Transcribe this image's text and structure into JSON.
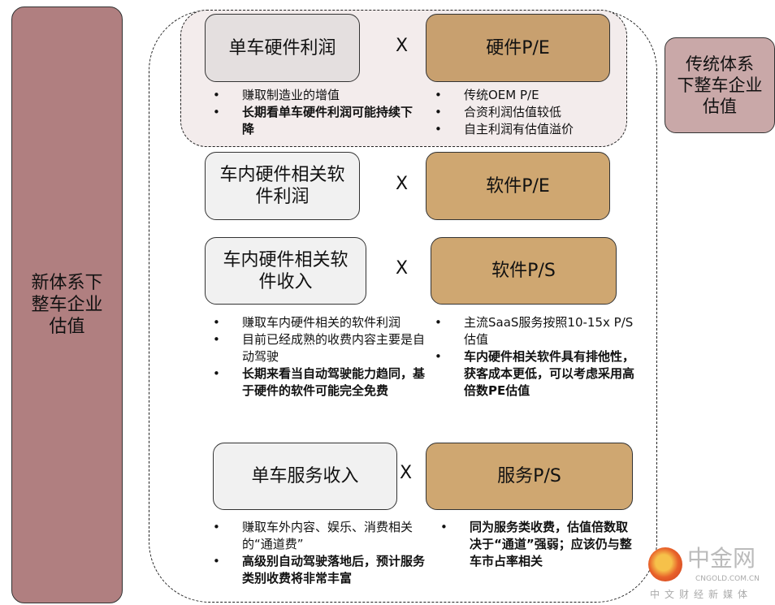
{
  "left_label": "新体系下\n整车企业\n估值",
  "right_label": "传统体系\n下整车企业\n估值",
  "rows": [
    {
      "left": "单车硬件利润",
      "x": "X",
      "right": "硬件P/E",
      "left_bullets": [
        {
          "t": "赚取制造业的增值",
          "b": false
        },
        {
          "t": "长期看单车硬件利润可能持续下降",
          "b": true
        }
      ],
      "right_bullets": [
        {
          "t": "传统OEM P/E",
          "b": false
        },
        {
          "t": "合资利润估值较低",
          "b": false
        },
        {
          "t": "自主利润有估值溢价",
          "b": false
        }
      ]
    },
    {
      "left": "车内硬件相关软\n件利润",
      "x": "X",
      "right": "软件P/E"
    },
    {
      "left": "车内硬件相关软\n件收入",
      "x": "X",
      "right": "软件P/S",
      "left_bullets": [
        {
          "t": "赚取车内硬件相关的软件利润",
          "b": false
        },
        {
          "t": "目前已经成熟的收费内容主要是自动驾驶",
          "b": false
        },
        {
          "t": "长期来看当自动驾驶能力趋同，基于硬件的软件可能完全免费",
          "b": true
        }
      ],
      "right_bullets": [
        {
          "t": "主流SaaS服务按照10-15x P/S估值",
          "b": false
        },
        {
          "t": "车内硬件相关软件具有排他性，获客成本更低，可以考虑采用高倍数PE估值",
          "b": true
        }
      ]
    },
    {
      "left": "单车服务收入",
      "x": "X",
      "right": "服务P/S",
      "left_bullets": [
        {
          "t": "赚取车外内容、娱乐、消费相关的“通道费”",
          "b": false
        },
        {
          "t": "高级别自动驾驶落地后，预计服务类别收费将非常丰富",
          "b": true
        }
      ],
      "right_bullets": [
        {
          "t": "同为服务类收费，估值倍数取决于“通道”强弱；应该仍与整车市占率相关",
          "b": true
        }
      ]
    }
  ],
  "watermark": {
    "name": "中金网",
    "url": "CNGOLD.COM.CN",
    "tagline": "中文财经新媒体"
  }
}
